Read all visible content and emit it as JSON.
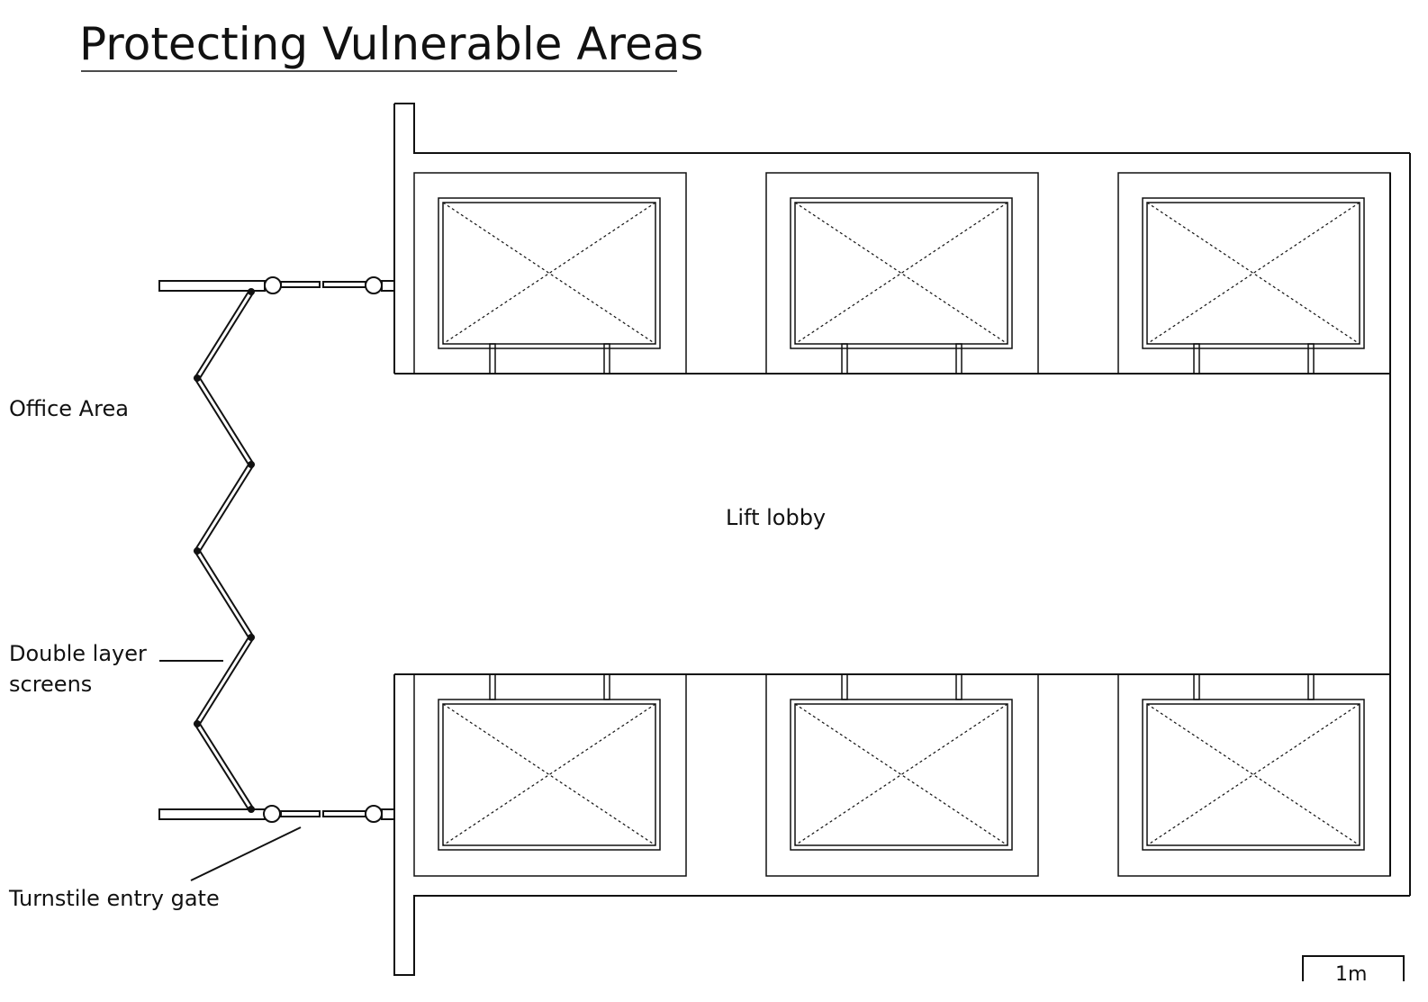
{
  "title": "Protecting Vulnerable Areas",
  "labels": {
    "office_area": "Office Area",
    "lift_lobby": "Lift lobby",
    "screens_line1": "Double layer",
    "screens_line2": "screens",
    "turnstile": "Turnstile entry gate",
    "scale": "1m"
  },
  "lift_count": 6
}
